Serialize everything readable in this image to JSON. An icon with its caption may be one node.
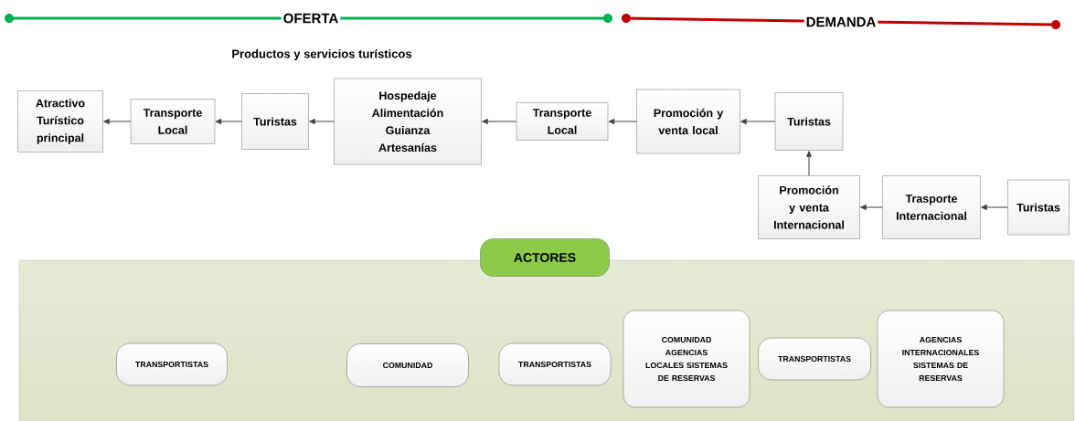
{
  "diagram": {
    "nodes": [
      {
        "text": [
          "Atractivo Turístico principal"
        ]
      },
      {
        "text": [
          "Transporte Local"
        ]
      },
      {
        "text": [
          "Turistas"
        ]
      },
      {
        "text": [
          "Hospedaje Alimentación Guianza Artesanías"
        ]
      },
      {
        "text": [
          "Transporte Local"
        ]
      },
      {
        "text": [
          "Promoción y venta local"
        ]
      },
      {
        "text": [
          "Turistas"
        ]
      },
      {
        "text": [
          "Promoción y venta Internacional"
        ]
      },
      {
        "text": [
          "Trasporte Internacional"
        ]
      },
      {
        "text": [
          "Turistas"
        ]
      },
      {
        "text": [
          "ACTORES"
        ]
      },
      {
        "text": [
          "TRANSPORTISTAS"
        ],
        "in": 10
      },
      {
        "text": [
          "COMUNIDAD"
        ],
        "in": 10
      },
      {
        "text": [
          "TRANSPORTISTAS"
        ],
        "in": 10
      },
      {
        "text": [
          "COMUNIDAD AGENCIAS LOCALES SISTEMAS DE RESERVAS"
        ],
        "in": 10
      },
      {
        "text": [
          "TRANSPORTISTAS"
        ],
        "in": 10
      },
      {
        "text": [
          "AGENCIAS INTERNACIONALES SISTEMAS DE RESERVAS"
        ],
        "in": 10
      }
    ],
    "edges": [
      {
        "from": 1,
        "to": 0,
        "arrow": "to"
      },
      {
        "from": 2,
        "to": 1,
        "arrow": "to"
      },
      {
        "from": 3,
        "to": 2,
        "arrow": "to"
      },
      {
        "from": 4,
        "to": 3,
        "arrow": "to"
      },
      {
        "from": 5,
        "to": 4,
        "arrow": "to"
      },
      {
        "from": 6,
        "to": 5,
        "arrow": "to"
      },
      {
        "from": 7,
        "to": 6,
        "arrow": "to"
      },
      {
        "from": 8,
        "to": 7,
        "arrow": "to"
      },
      {
        "from": 9,
        "to": 8,
        "arrow": "to"
      }
    ],
    "labels": [
      "OFERTA",
      "DEMANDA",
      "Productos y servicios turísticos"
    ]
  }
}
